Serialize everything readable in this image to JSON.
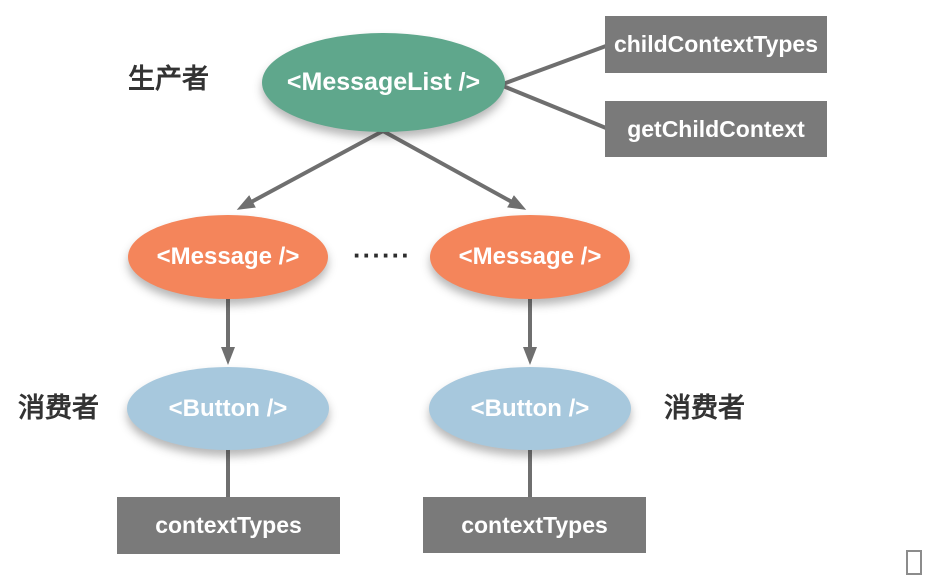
{
  "diagram": {
    "producer_label": "生产者",
    "consumer_label_left": "消费者",
    "consumer_label_right": "消费者",
    "ellipsis_dots": "······",
    "nodes": {
      "message_list": "<MessageList />",
      "message_left": "<Message />",
      "message_right": "<Message />",
      "button_left": "<Button />",
      "button_right": "<Button />"
    },
    "boxes": {
      "child_context_types": "childContextTypes",
      "get_child_context": "getChildContext",
      "context_types_left": "contextTypes",
      "context_types_right": "contextTypes"
    }
  },
  "colors": {
    "producer_node": "#5fa78c",
    "message_node": "#f4855b",
    "consumer_node": "#a7c8dd",
    "api_box": "#7a7a7a",
    "connector": "#6f6f6f",
    "label_text": "#333333",
    "node_text": "#ffffff",
    "background": "#ffffff"
  }
}
